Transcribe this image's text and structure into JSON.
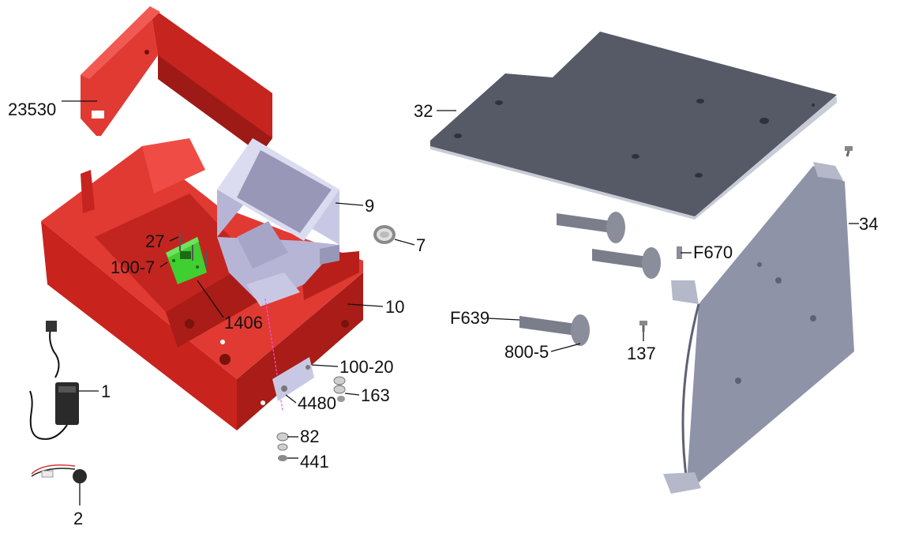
{
  "colors": {
    "housing_red": "#d42a24",
    "housing_red_dark": "#9e1a16",
    "housing_red_light": "#ea4a42",
    "bracket_lavender": "#c9c8e4",
    "bracket_lavender_dark": "#9897b8",
    "plate_slate": "#555a66",
    "panel_slate": "#8e93a8",
    "pcb_green": "#3fcf30"
  },
  "callouts": {
    "c23530": "23530",
    "c27": "27",
    "c100_7": "100-7",
    "c1406": "1406",
    "c9": "9",
    "c7": "7",
    "c10": "10",
    "c100_20": "100-20",
    "c163": "163",
    "c4480": "4480",
    "c82": "82",
    "c441": "441",
    "c1": "1",
    "c2": "2",
    "c32": "32",
    "c34": "34",
    "cF670": "F670",
    "cF639": "F639",
    "c800_5": "800-5",
    "c137": "137"
  }
}
